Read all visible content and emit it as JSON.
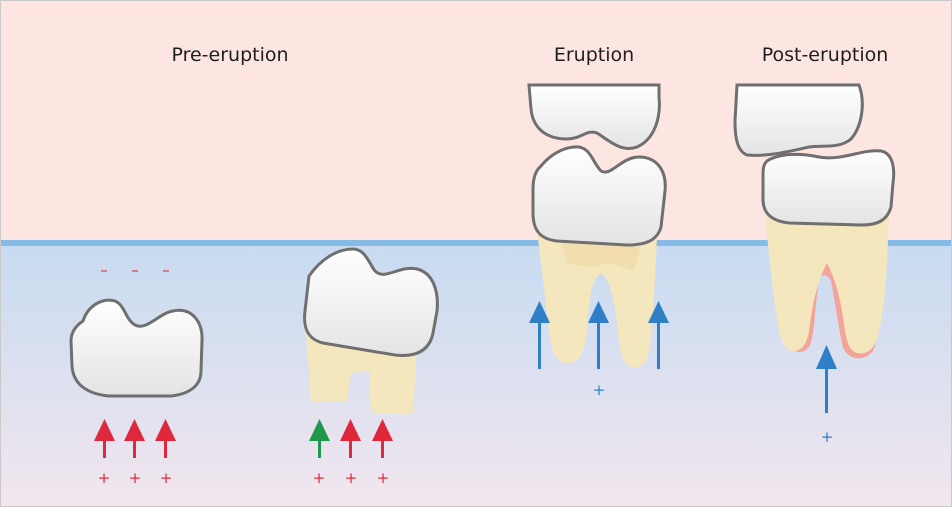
{
  "titles": {
    "pre": "Pre-eruption",
    "eruption": "Eruption",
    "post": "Post-eruption"
  },
  "signs": {
    "minus": "–",
    "plus": "+"
  },
  "colors": {
    "oral_cavity": "#fde6e1",
    "tissue": "#c9dcf0",
    "gum_line": "#7fb6e6",
    "enamel": "#f2f2f2",
    "root": "#f5e7be",
    "red_arrow": "#e0283c",
    "green_arrow": "#1f9a4a",
    "blue_arrow": "#2f7fc6",
    "ligament": "#f08a86"
  },
  "icons": [
    "red-up-arrow",
    "green-up-arrow",
    "blue-up-arrow"
  ]
}
